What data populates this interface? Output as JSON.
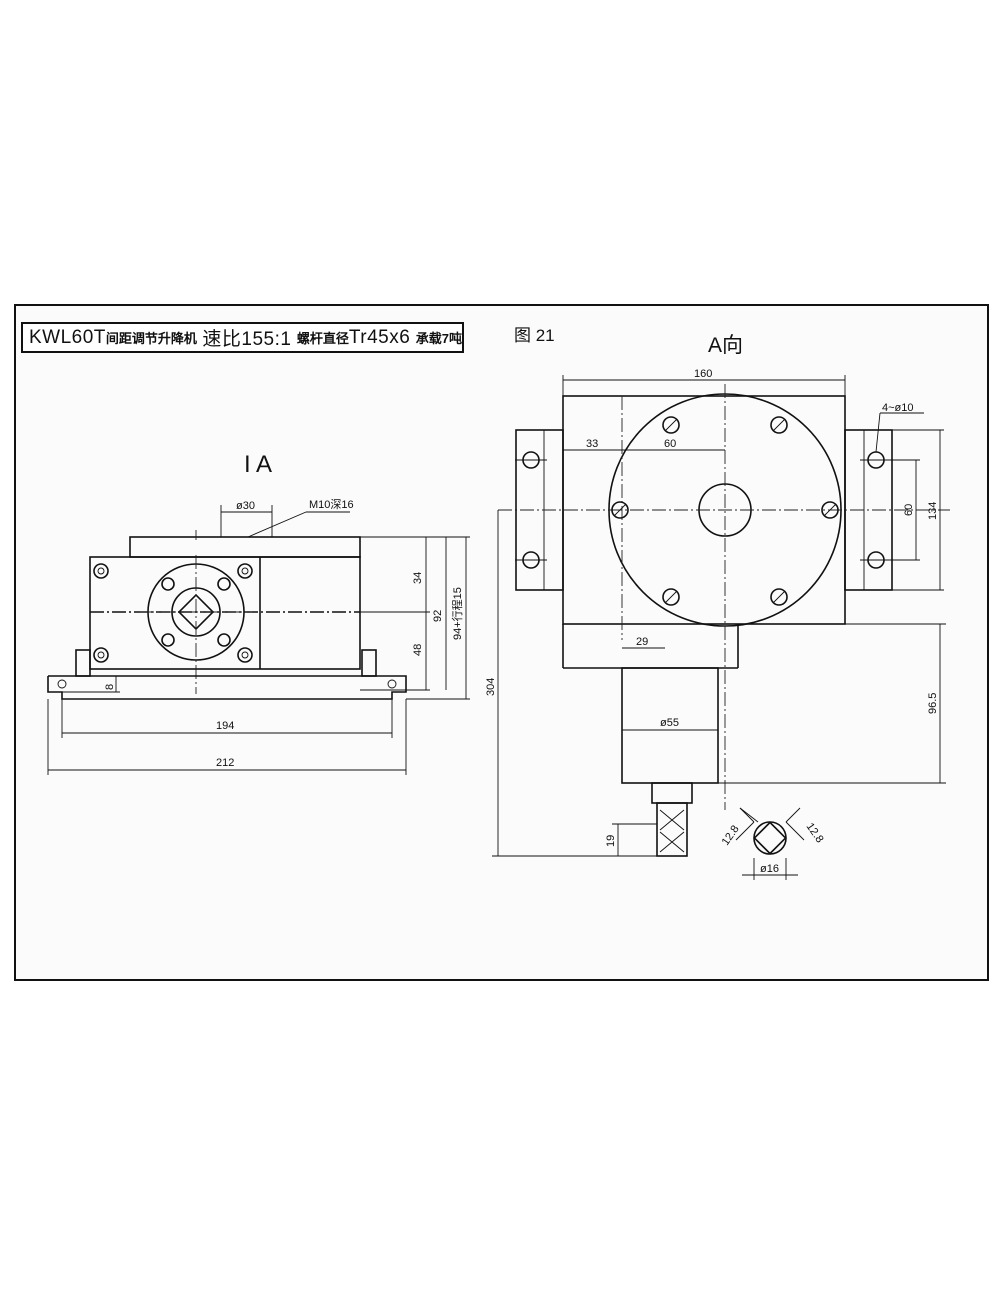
{
  "title": {
    "model": "KWL60T",
    "name": "间距调节升降机",
    "ratio": "速比155:1",
    "screw_label": "螺杆直径",
    "screw_value": "Tr45x6",
    "load": "承载7吨"
  },
  "figure_no": "图 21",
  "left_view": {
    "label": "I A",
    "dims": {
      "shaft_dia": "ø30",
      "thread": "M10深16",
      "top_height": "34",
      "bottom_height": "48",
      "total_height": "92",
      "stroke_height": "94+行程15",
      "foot": "8",
      "bolt_span": "194",
      "base_width": "212"
    }
  },
  "right_view": {
    "label": "A向",
    "dims": {
      "width": "160",
      "holes": "4~ø10",
      "offset": "33",
      "flange_offset": "60",
      "hole_spacing": "60",
      "height": "134",
      "shaft_offset": "29",
      "tube_dia": "ø55",
      "overall": "304",
      "tube_length": "96.5",
      "end_length": "19",
      "square_a": "12.8",
      "square_b": "12.8",
      "end_dia": "ø16"
    }
  },
  "colors": {
    "line": "#111111",
    "paper": "#fbfbfb"
  }
}
